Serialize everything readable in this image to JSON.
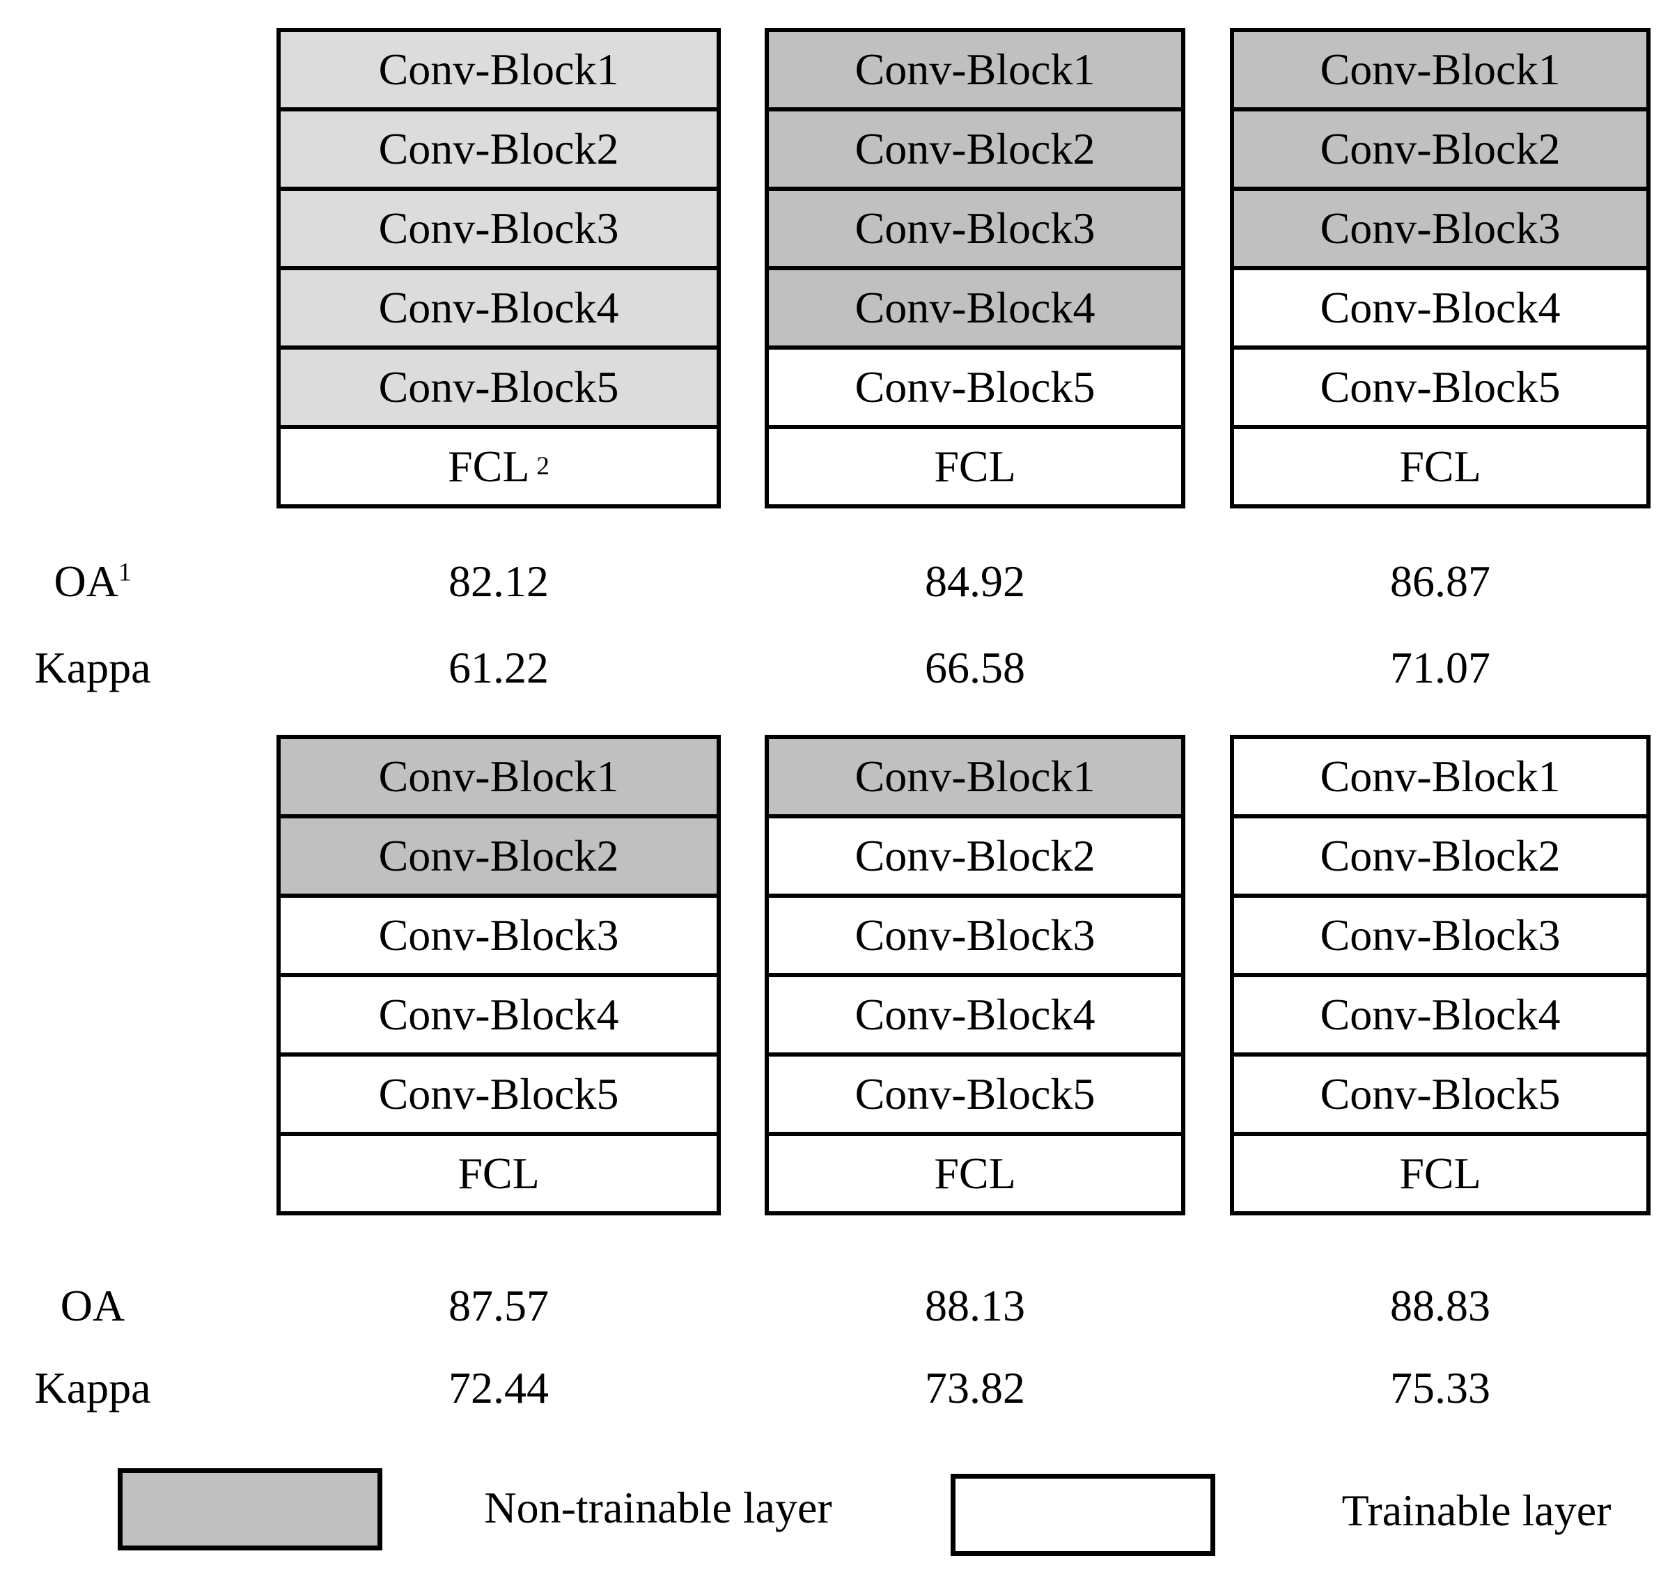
{
  "colors": {
    "non_trainable_light": "#dcdcdc",
    "non_trainable": "#c0c0c0",
    "trainable": "#ffffff",
    "border": "#000000"
  },
  "metric_labels": {
    "oa_top": "OA",
    "oa_top_sup": "1",
    "kappa_top": "Kappa",
    "oa_bottom": "OA",
    "kappa_bottom": "Kappa"
  },
  "rows": [
    {
      "stacks": [
        {
          "blocks": [
            {
              "label": "Conv-Block1",
              "fill": "non_trainable_light"
            },
            {
              "label": "Conv-Block2",
              "fill": "non_trainable_light"
            },
            {
              "label": "Conv-Block3",
              "fill": "non_trainable_light"
            },
            {
              "label": "Conv-Block4",
              "fill": "non_trainable_light"
            },
            {
              "label": "Conv-Block5",
              "fill": "non_trainable_light"
            },
            {
              "label": "FCL",
              "sup": "2",
              "fill": "trainable"
            }
          ],
          "oa": "82.12",
          "kappa": "61.22"
        },
        {
          "blocks": [
            {
              "label": "Conv-Block1",
              "fill": "non_trainable"
            },
            {
              "label": "Conv-Block2",
              "fill": "non_trainable"
            },
            {
              "label": "Conv-Block3",
              "fill": "non_trainable"
            },
            {
              "label": "Conv-Block4",
              "fill": "non_trainable"
            },
            {
              "label": "Conv-Block5",
              "fill": "trainable"
            },
            {
              "label": "FCL",
              "fill": "trainable"
            }
          ],
          "oa": "84.92",
          "kappa": "66.58"
        },
        {
          "blocks": [
            {
              "label": "Conv-Block1",
              "fill": "non_trainable"
            },
            {
              "label": "Conv-Block2",
              "fill": "non_trainable"
            },
            {
              "label": "Conv-Block3",
              "fill": "non_trainable"
            },
            {
              "label": "Conv-Block4",
              "fill": "trainable"
            },
            {
              "label": "Conv-Block5",
              "fill": "trainable"
            },
            {
              "label": "FCL",
              "fill": "trainable"
            }
          ],
          "oa": "86.87",
          "kappa": "71.07"
        }
      ]
    },
    {
      "stacks": [
        {
          "blocks": [
            {
              "label": "Conv-Block1",
              "fill": "non_trainable"
            },
            {
              "label": "Conv-Block2",
              "fill": "non_trainable"
            },
            {
              "label": "Conv-Block3",
              "fill": "trainable"
            },
            {
              "label": "Conv-Block4",
              "fill": "trainable"
            },
            {
              "label": "Conv-Block5",
              "fill": "trainable"
            },
            {
              "label": "FCL",
              "fill": "trainable"
            }
          ],
          "oa": "87.57",
          "kappa": "72.44"
        },
        {
          "blocks": [
            {
              "label": "Conv-Block1",
              "fill": "non_trainable"
            },
            {
              "label": "Conv-Block2",
              "fill": "trainable"
            },
            {
              "label": "Conv-Block3",
              "fill": "trainable"
            },
            {
              "label": "Conv-Block4",
              "fill": "trainable"
            },
            {
              "label": "Conv-Block5",
              "fill": "trainable"
            },
            {
              "label": "FCL",
              "fill": "trainable"
            }
          ],
          "oa": "88.13",
          "kappa": "73.82"
        },
        {
          "blocks": [
            {
              "label": "Conv-Block1",
              "fill": "trainable"
            },
            {
              "label": "Conv-Block2",
              "fill": "trainable"
            },
            {
              "label": "Conv-Block3",
              "fill": "trainable"
            },
            {
              "label": "Conv-Block4",
              "fill": "trainable"
            },
            {
              "label": "Conv-Block5",
              "fill": "trainable"
            },
            {
              "label": "FCL",
              "fill": "trainable"
            }
          ],
          "oa": "88.83",
          "kappa": "75.33"
        }
      ]
    }
  ],
  "legend": [
    {
      "label": "Non-trainable layer",
      "fill": "non_trainable"
    },
    {
      "label": "Trainable layer",
      "fill": "trainable"
    }
  ]
}
